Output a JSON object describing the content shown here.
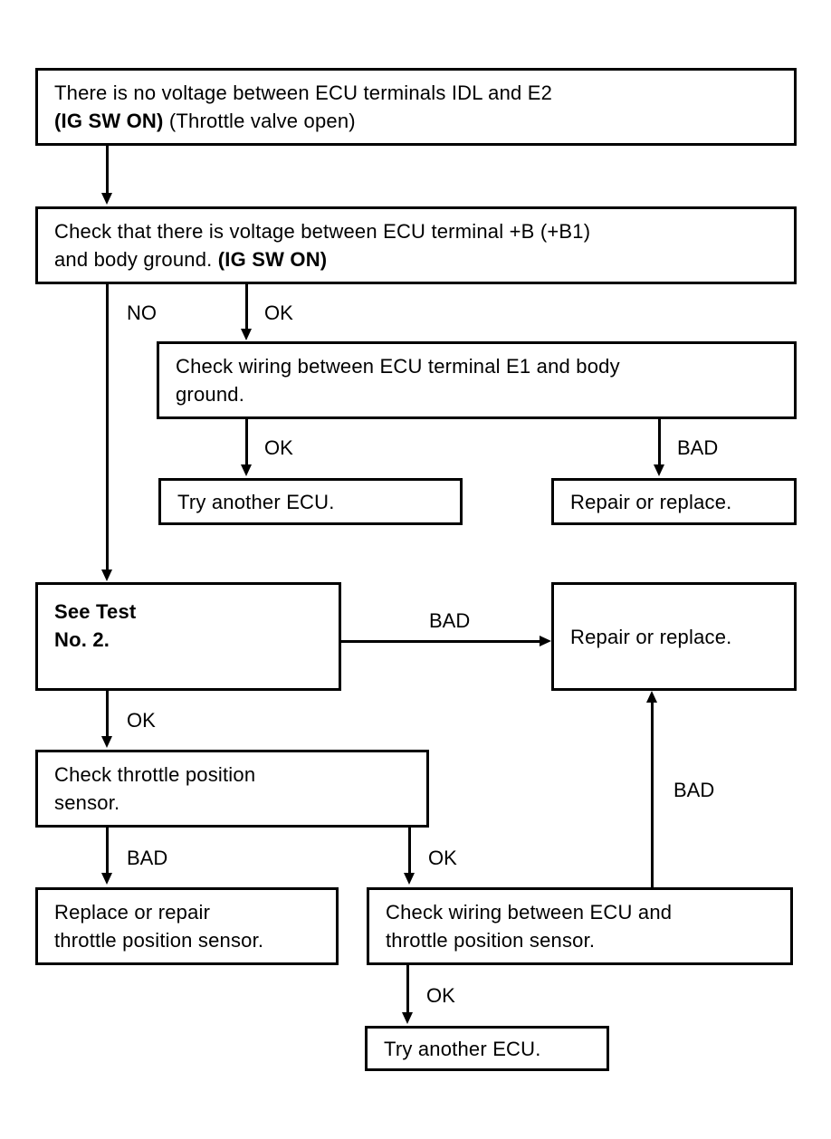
{
  "diagram": {
    "title": "ECU IDL / E2 no-voltage troubleshooting flowchart",
    "line_color": "#000000",
    "box_fill": "#ffffff",
    "nodes": {
      "symptom": {
        "line1": "There is no voltage between ECU terminals IDL and E2",
        "line2_bold": "(IG SW ON)",
        "line2_rest": " (Throttle valve open)"
      },
      "check_b_voltage": {
        "line1": "Check that there is voltage between ECU terminal +B (+B1)",
        "line2_rest": "and body ground. ",
        "line2_bold": "(IG SW ON)"
      },
      "check_e1_wiring": {
        "line1": "Check wiring between ECU terminal E1 and body",
        "line2": "ground."
      },
      "try_ecu_upper": {
        "line1": "Try another ECU."
      },
      "repair_upper": {
        "line1": "Repair or replace."
      },
      "see_test2": {
        "line1": "See Test",
        "line2": "No. 2."
      },
      "repair_mid": {
        "line1": "Repair or replace."
      },
      "check_tps": {
        "line1": "Check throttle position",
        "line2": "sensor."
      },
      "replace_tps": {
        "line1": "Replace or repair",
        "line2": "throttle position sensor."
      },
      "check_tps_wiring": {
        "line1": "Check wiring between ECU and",
        "line2": "throttle position sensor."
      },
      "try_ecu_lower": {
        "line1": "Try another ECU."
      }
    },
    "edge_labels": {
      "no_from_b_voltage": "NO",
      "ok_from_b_voltage": "OK",
      "ok_from_e1": "OK",
      "bad_from_e1": "BAD",
      "bad_from_test2": "BAD",
      "ok_from_test2": "OK",
      "bad_from_tps": "BAD",
      "ok_from_tps": "OK",
      "bad_from_tps_wiring": "BAD",
      "ok_from_tps_wiring": "OK"
    }
  }
}
